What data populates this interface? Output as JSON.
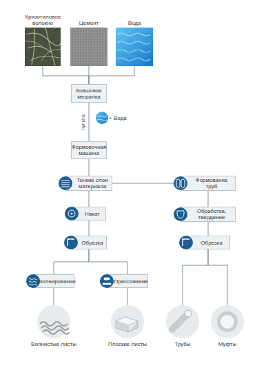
{
  "diagram": {
    "nodes": [
      {
        "text": [
          "Хризотиловое волокно"
        ]
      },
      {
        "text": [
          "Цемент"
        ]
      },
      {
        "text": [
          "Вода"
        ]
      },
      {
        "text": [
          "Ковшовая мешалка"
        ]
      },
      {
        "text": [
          "+ Вода"
        ]
      },
      {
        "text": [
          "Формовочная машина"
        ]
      },
      {
        "text": [
          "Тонкие слои материала"
        ]
      },
      {
        "text": [
          "Формование труб"
        ]
      },
      {
        "text": [
          "Накат"
        ]
      },
      {
        "text": [
          "Обработка, твердение"
        ]
      },
      {
        "text": [
          "Обрезка"
        ]
      },
      {
        "text": [
          "Обрезка"
        ]
      },
      {
        "text": [
          "Волнирование"
        ]
      },
      {
        "text": [
          "Прессование"
        ]
      },
      {
        "text": [
          "Волнистые листы"
        ]
      },
      {
        "text": [
          "Плоские листы"
        ]
      },
      {
        "text": [
          "Трубы"
        ]
      },
      {
        "text": [
          "Муфты"
        ]
      }
    ],
    "edges": [
      {
        "from": 0,
        "to": 3,
        "arrow": "none"
      },
      {
        "from": 1,
        "to": 3,
        "arrow": "none"
      },
      {
        "from": 2,
        "to": 3,
        "arrow": "none"
      },
      {
        "from": 3,
        "to": 5,
        "label": "пульпа",
        "arrow": "none"
      },
      {
        "from": 5,
        "to": 6,
        "arrow": "none"
      },
      {
        "from": 6,
        "to": 7,
        "arrow": "none"
      },
      {
        "from": 6,
        "to": 8,
        "arrow": "none"
      },
      {
        "from": 7,
        "to": 9,
        "arrow": "none"
      },
      {
        "from": 8,
        "to": 10,
        "arrow": "none"
      },
      {
        "from": 9,
        "to": 11,
        "arrow": "none"
      },
      {
        "from": 10,
        "to": 12,
        "arrow": "none"
      },
      {
        "from": 10,
        "to": 13,
        "arrow": "none"
      },
      {
        "from": 12,
        "to": 14,
        "arrow": "none"
      },
      {
        "from": 13,
        "to": 15,
        "arrow": "none"
      },
      {
        "from": 11,
        "to": 16,
        "arrow": "none"
      },
      {
        "from": 11,
        "to": 17,
        "arrow": "none"
      }
    ]
  }
}
